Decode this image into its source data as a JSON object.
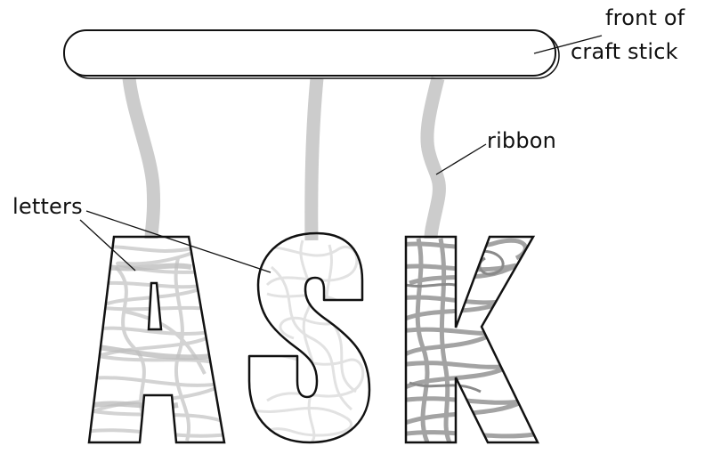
{
  "labels": {
    "stick_line1": "front of",
    "stick_line2": "craft stick",
    "ribbon": "ribbon",
    "letters": "letters"
  },
  "letters": [
    "A",
    "S",
    "K"
  ],
  "colors": {
    "outline": "#111111",
    "ribbon": "#cccccc",
    "letter_a_fill": "#dcdcdc",
    "letter_s_fill": "#e9e9e9",
    "letter_k_fill": "#9e9e9e"
  }
}
